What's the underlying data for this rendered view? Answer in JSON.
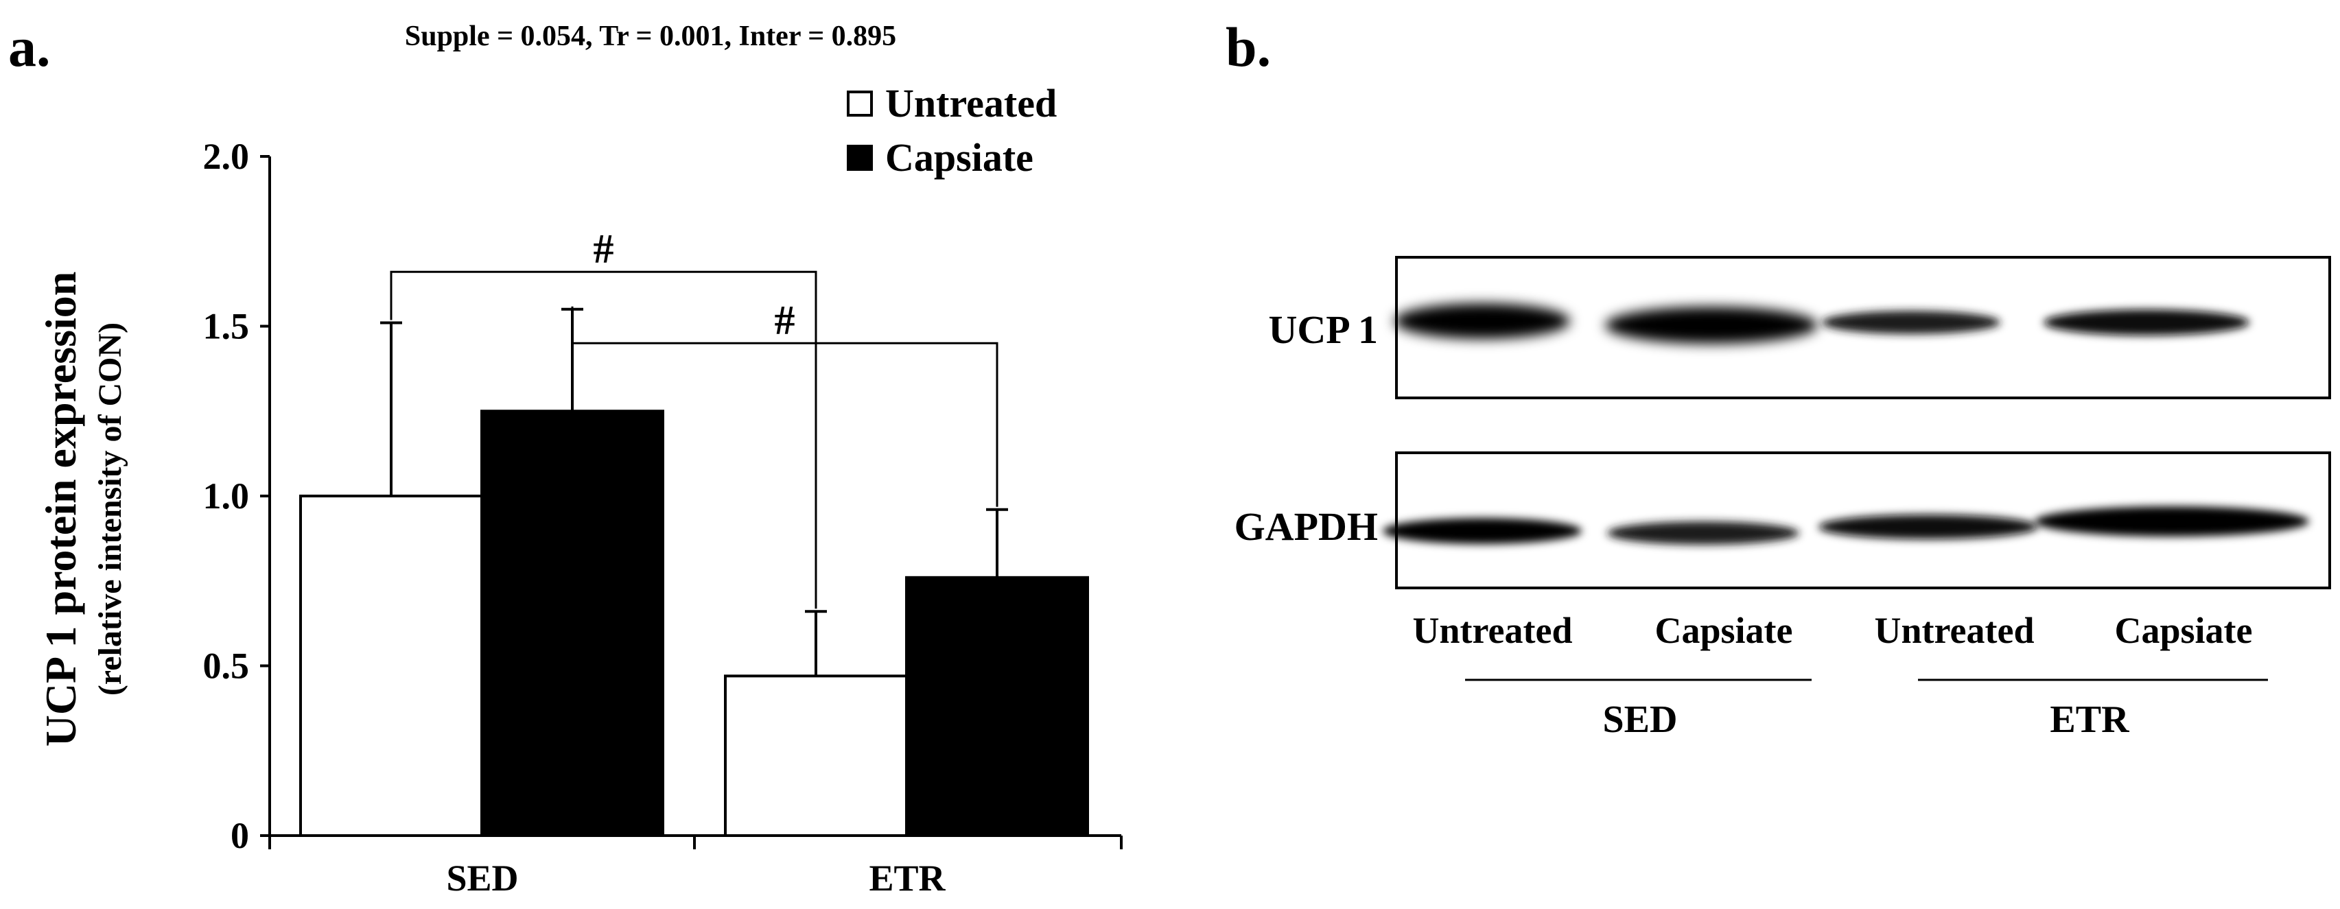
{
  "panels": {
    "a": "a.",
    "b": "b."
  },
  "chart_data": {
    "type": "bar",
    "stats_text": "Supple = 0.054, Tr = 0.001, Inter = 0.895",
    "ylabel": "UCP 1 protein expression",
    "ylabel_sub": "(relative intensity of CON)",
    "xlabel": "",
    "categories": [
      "SED",
      "ETR"
    ],
    "ylim": [
      0,
      2.0
    ],
    "yticks": [
      0,
      0.5,
      1.0,
      1.5,
      2.0
    ],
    "ytick_labels": [
      "0",
      "0.5",
      "1.0",
      "1.5",
      "2.0"
    ],
    "grid": false,
    "legend_position": "top-right",
    "series": [
      {
        "name": "Untreated",
        "color": "#ffffff",
        "values": [
          1.0,
          0.47
        ],
        "errors": [
          0.51,
          0.19
        ]
      },
      {
        "name": "Capsiate",
        "color": "#000000",
        "values": [
          1.25,
          0.76
        ],
        "errors": [
          0.3,
          0.2
        ]
      }
    ],
    "significance": [
      {
        "label": "#",
        "series": 0,
        "from": 0,
        "to": 1
      },
      {
        "label": "#",
        "series": 1,
        "from": 0,
        "to": 1
      }
    ]
  },
  "blot": {
    "rows": [
      "UCP 1",
      "GAPDH"
    ],
    "lanes": [
      "Untreated",
      "Capsiate",
      "Untreated",
      "Capsiate"
    ],
    "groups": [
      "SED",
      "ETR"
    ]
  }
}
